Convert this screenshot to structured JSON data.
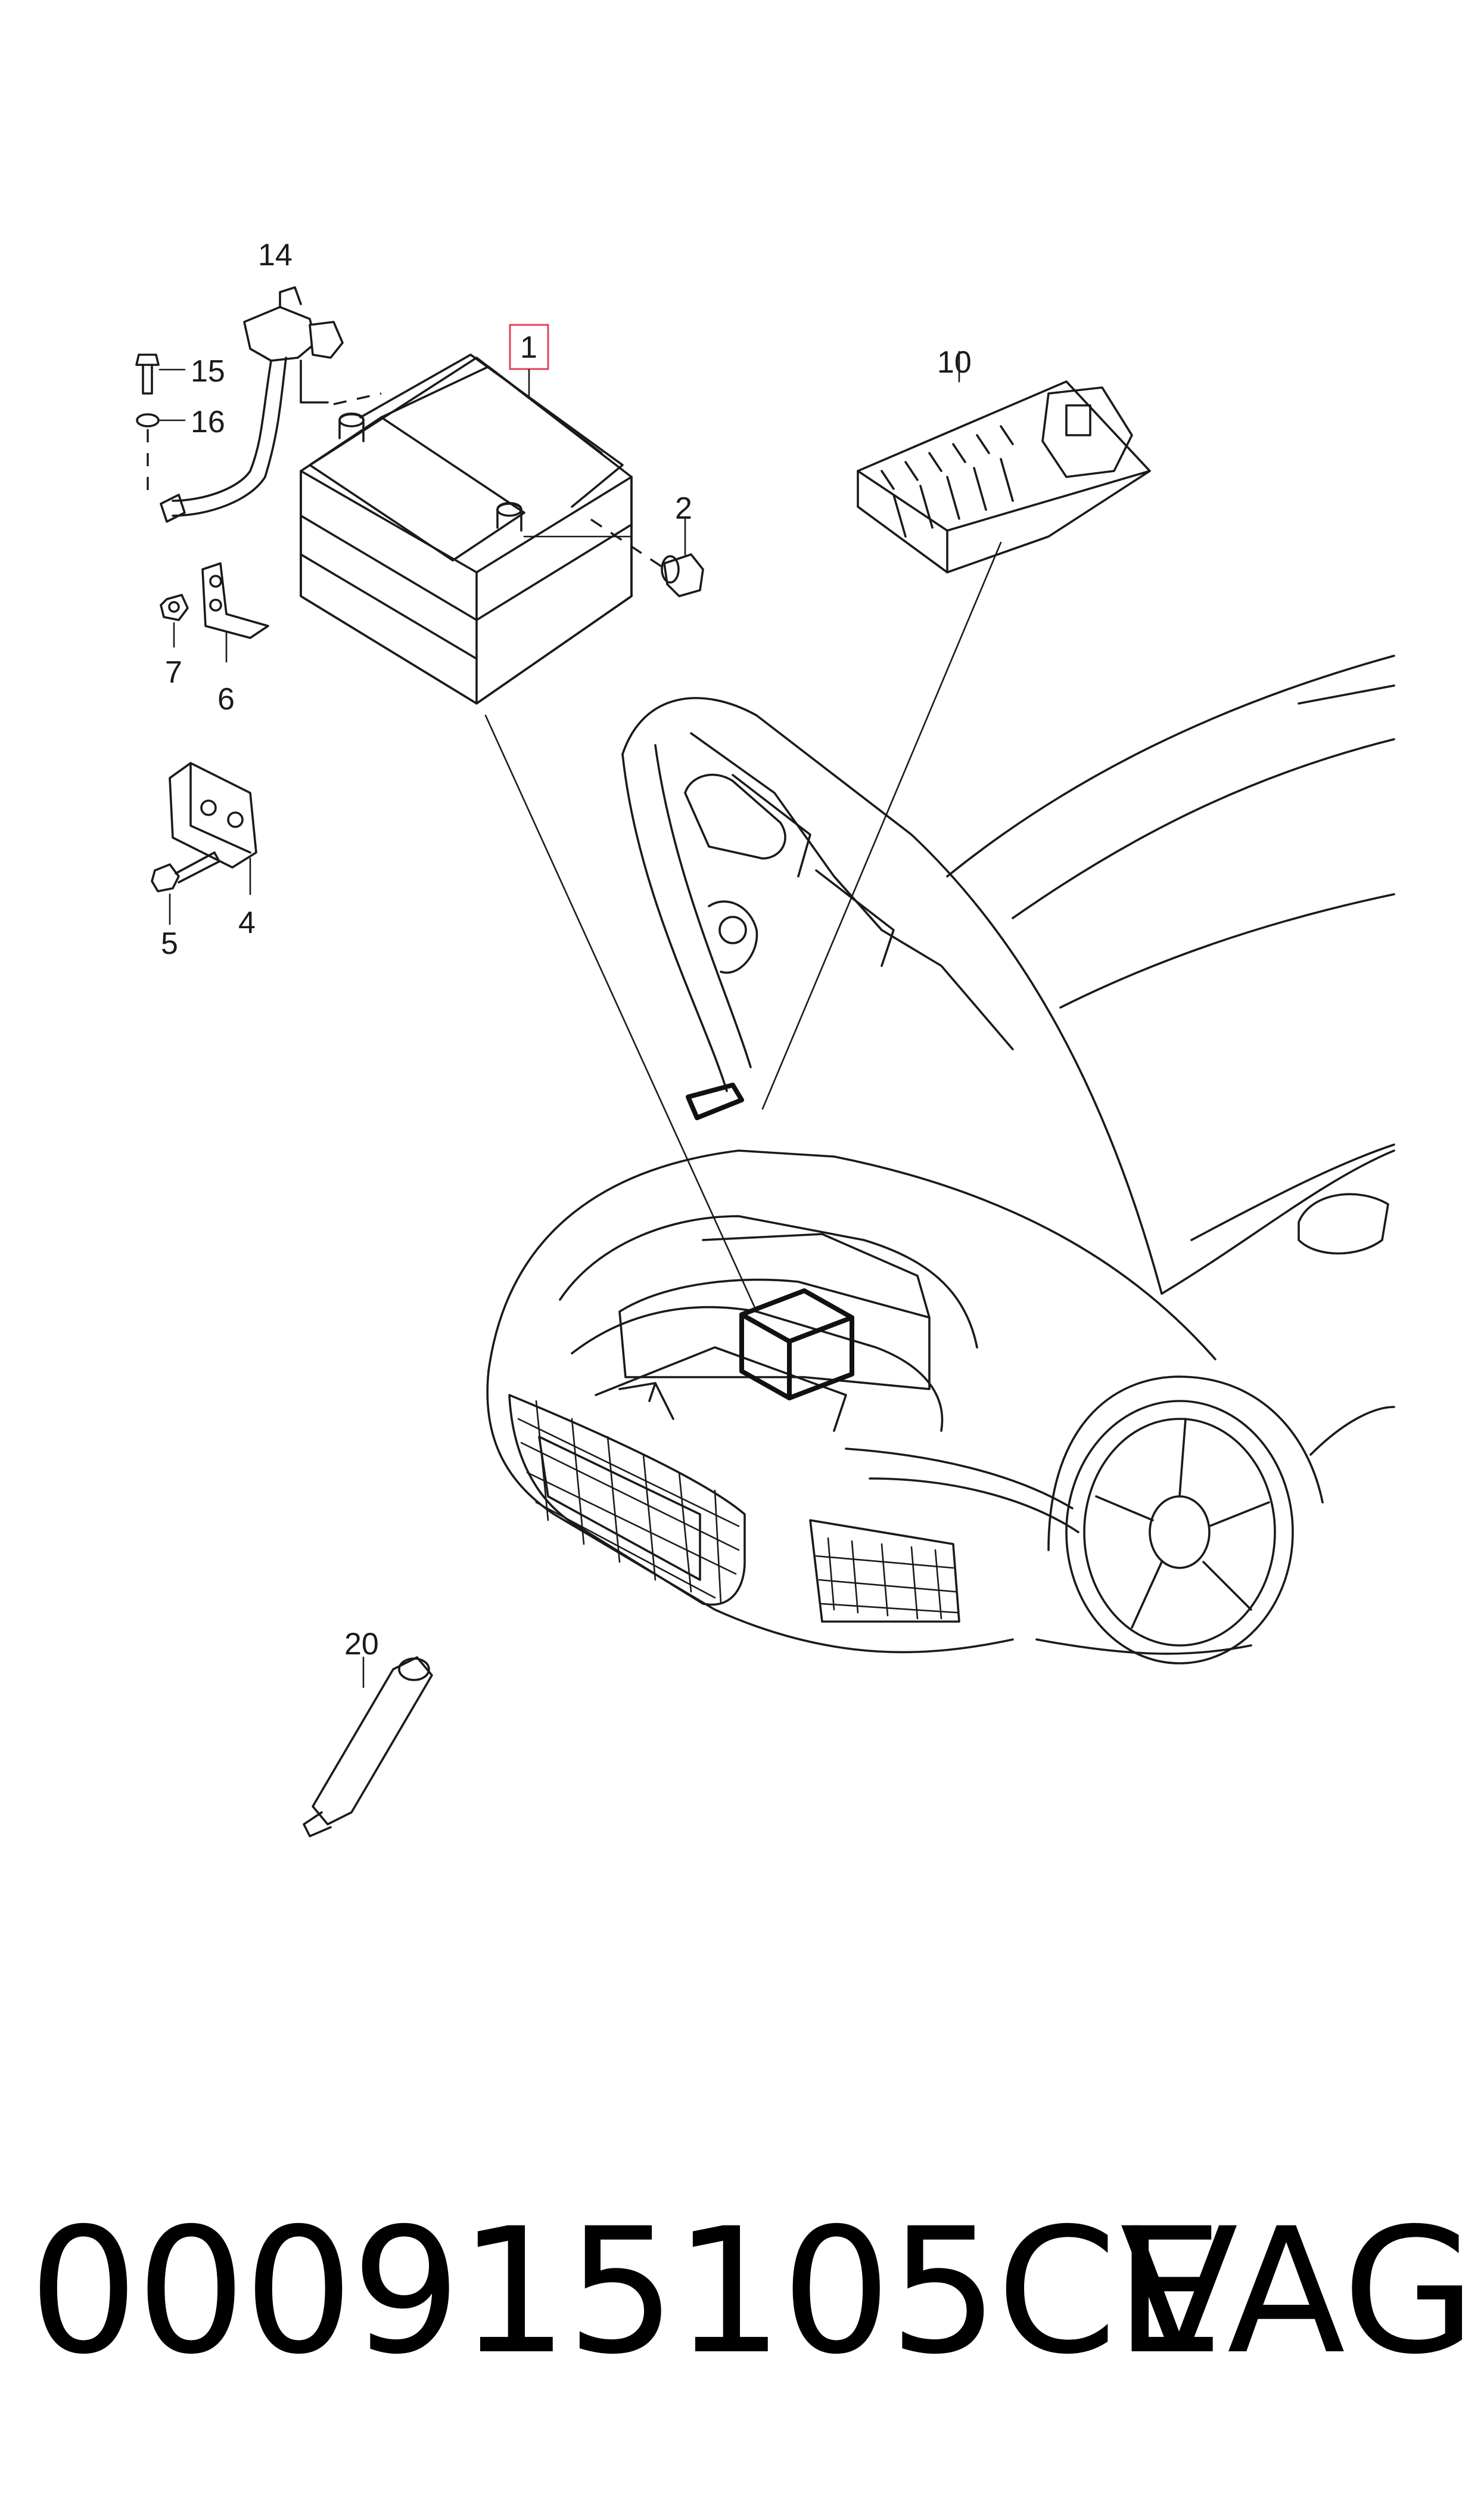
{
  "diagram": {
    "callouts": [
      {
        "id": "c1",
        "label": "1"
      },
      {
        "id": "c2",
        "label": "2"
      },
      {
        "id": "c4",
        "label": "4"
      },
      {
        "id": "c5",
        "label": "5"
      },
      {
        "id": "c6",
        "label": "6"
      },
      {
        "id": "c7",
        "label": "7"
      },
      {
        "id": "c10",
        "label": "10"
      },
      {
        "id": "c14",
        "label": "14"
      },
      {
        "id": "c15",
        "label": "15"
      },
      {
        "id": "c16",
        "label": "16"
      },
      {
        "id": "c20",
        "label": "20"
      }
    ],
    "highlight_color": "#e0445a"
  },
  "footer": {
    "part_number": "000915105CE",
    "brand": "VAG"
  }
}
